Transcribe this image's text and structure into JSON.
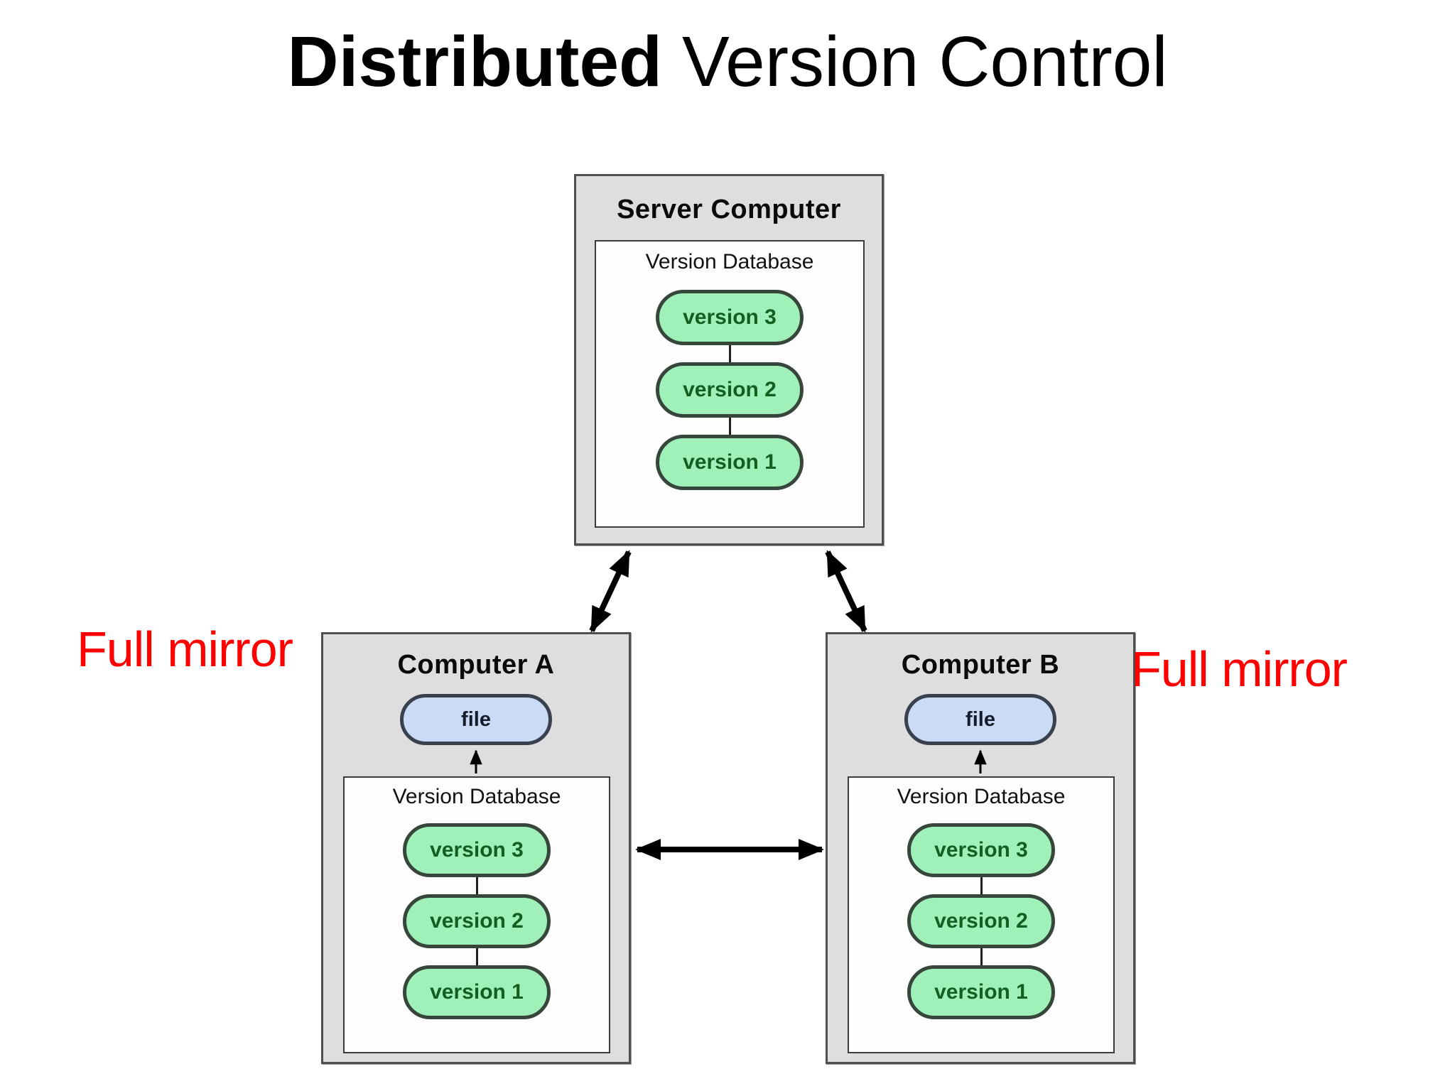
{
  "title": {
    "bold_part": "Distributed",
    "regular_part": " Version Control"
  },
  "annotations": {
    "left_label": "Full mirror",
    "right_label": "Full mirror"
  },
  "server": {
    "title": "Server Computer",
    "database": {
      "label": "Version Database",
      "versions": [
        "version 3",
        "version 2",
        "version 1"
      ]
    }
  },
  "computer_a": {
    "title": "Computer A",
    "file_label": "file",
    "database": {
      "label": "Version Database",
      "versions": [
        "version 3",
        "version 2",
        "version 1"
      ]
    }
  },
  "computer_b": {
    "title": "Computer B",
    "file_label": "file",
    "database": {
      "label": "Version Database",
      "versions": [
        "version 3",
        "version 2",
        "version 1"
      ]
    }
  },
  "icons": {
    "sync_arrows": "double-headed-arrow",
    "checkout_arrows": "up-arrow"
  },
  "colors": {
    "machine_box_fill": "#dedede",
    "machine_box_border": "#4f4f4f",
    "database_box_fill": "#fdfdfd",
    "database_box_border": "#3b3b3b",
    "version_pill_fill": "#9ff0b9",
    "version_pill_border": "#36463a",
    "version_text": "#135f22",
    "file_pill_fill": "#cbdbf6",
    "file_pill_border": "#39414f",
    "annotation_red": "#ff0000",
    "arrow_black": "#000000",
    "title_black": "#000000"
  }
}
